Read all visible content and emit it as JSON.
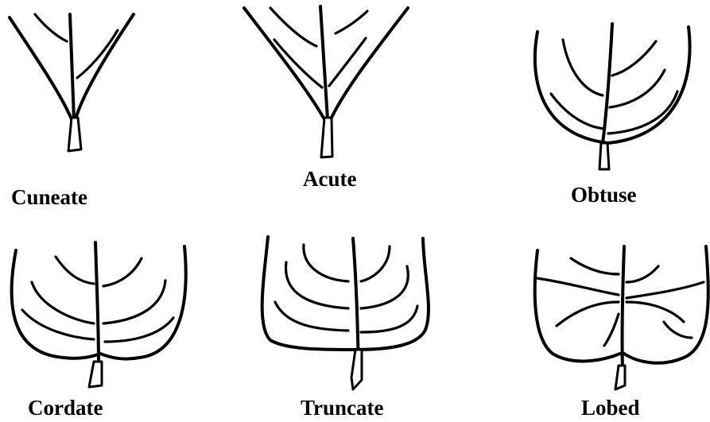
{
  "labels": {
    "cuneate": "Cuneate",
    "acute": "Acute",
    "obtuse": "Obtuse",
    "cordate": "Cordate",
    "truncate": "Truncate",
    "lobed": "Lobed"
  }
}
